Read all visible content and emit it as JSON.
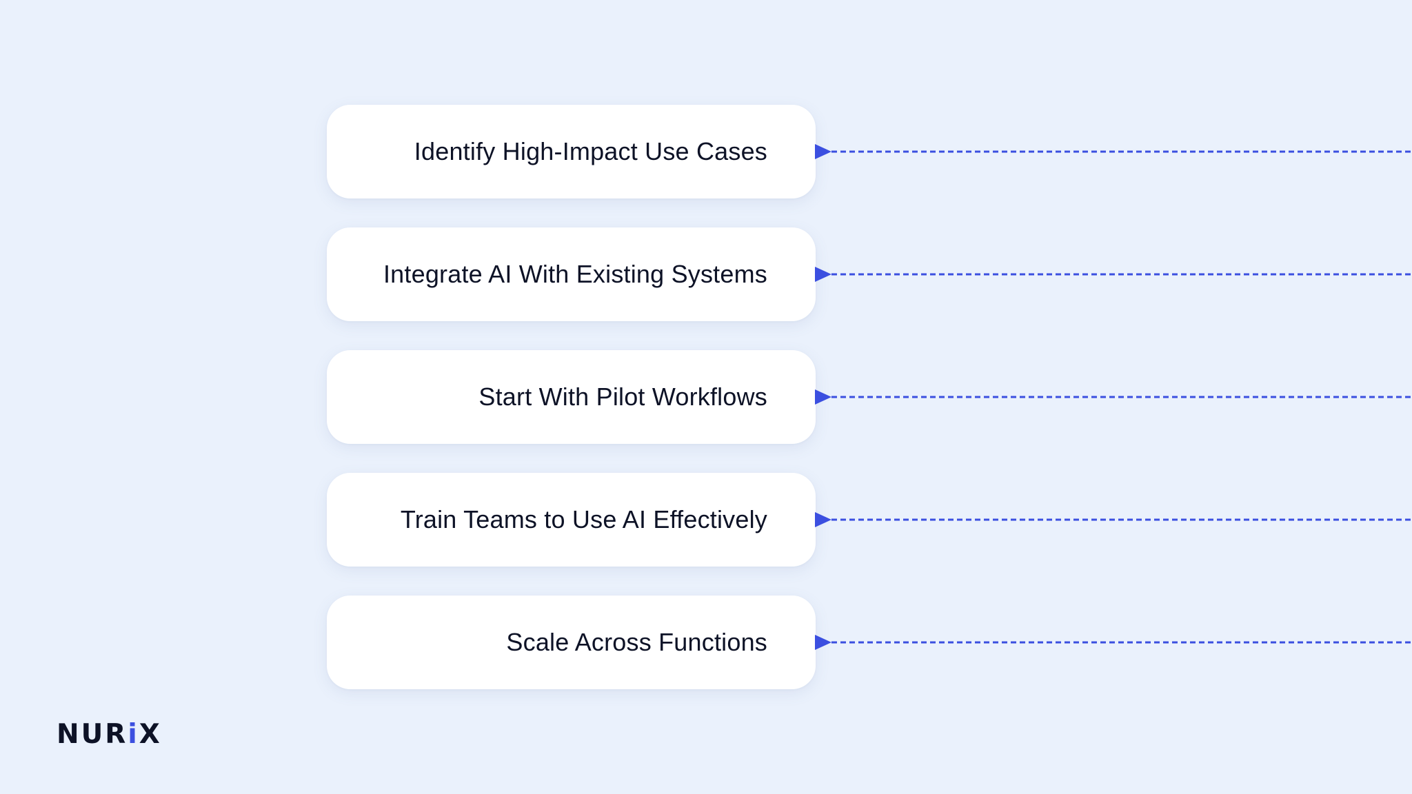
{
  "steps": [
    {
      "label": "Identify High-Impact Use Cases"
    },
    {
      "label": "Integrate AI With Existing Systems"
    },
    {
      "label": "Start With Pilot Workflows"
    },
    {
      "label": "Train Teams to Use AI Effectively"
    },
    {
      "label": "Scale Across Functions"
    }
  ],
  "brand": {
    "logo_text": "NURIX",
    "logo_text_main": "NUR",
    "logo_text_accent": "i",
    "logo_text_end": "X"
  },
  "colors": {
    "background": "#eaf1fc",
    "card": "#ffffff",
    "text": "#0d1226",
    "accent": "#3b4fe0"
  },
  "icons": {
    "connector_arrow": "arrow-right-triangle-icon"
  }
}
